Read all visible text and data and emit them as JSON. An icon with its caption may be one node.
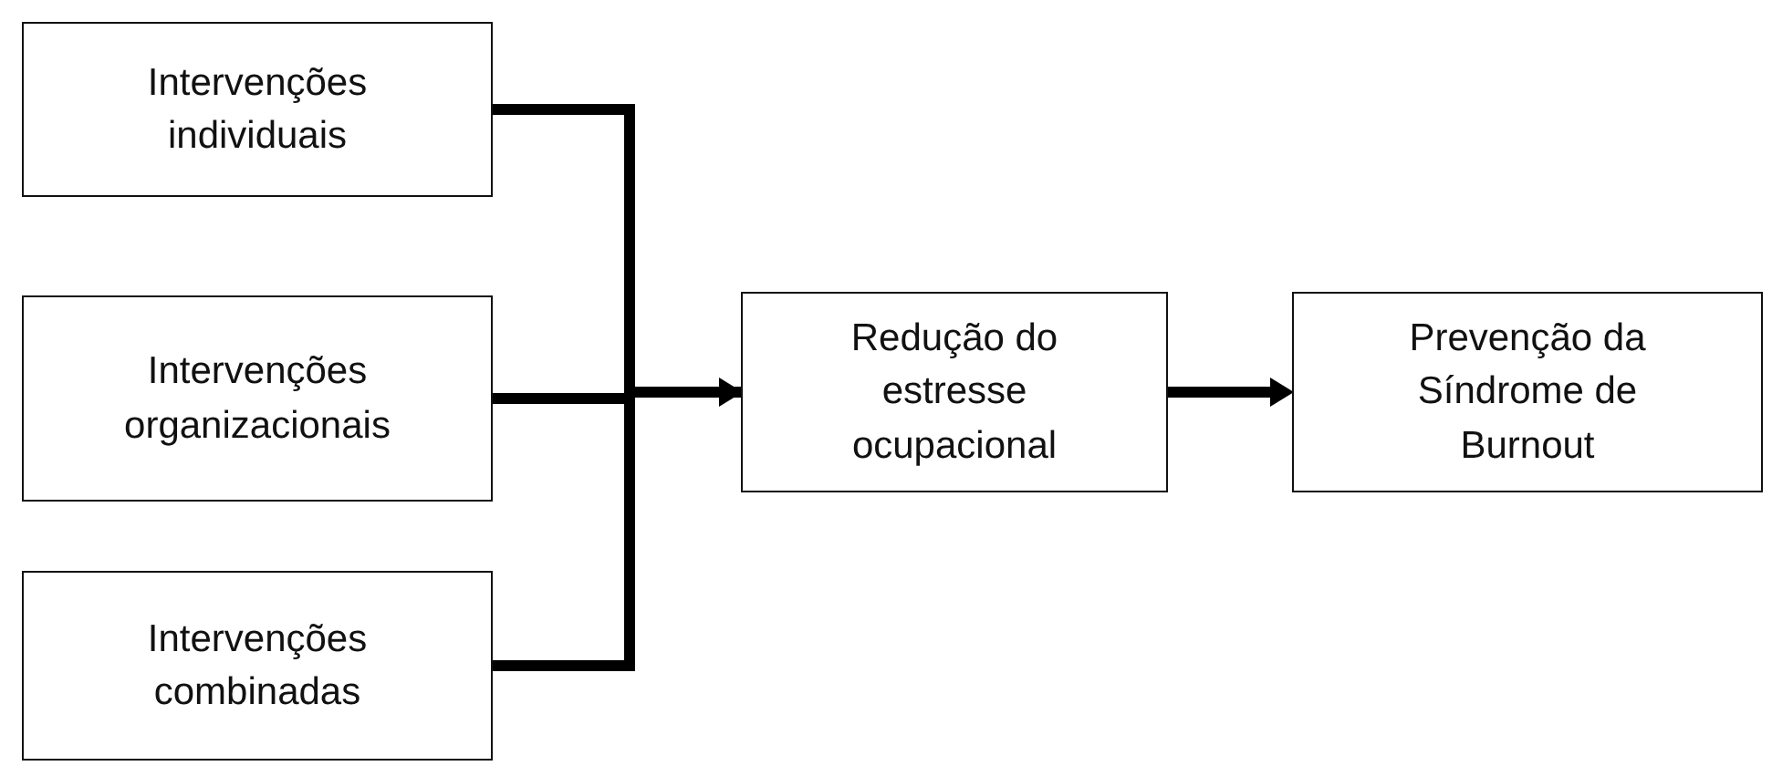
{
  "diagram": {
    "nodes": [
      {
        "text": [
          "Intervenções individuais"
        ]
      },
      {
        "text": [
          "Intervenções organizacionais"
        ]
      },
      {
        "text": [
          "Intervenções combinadas"
        ]
      },
      {
        "text": [
          "Redução do estresse ocupacional"
        ]
      },
      {
        "text": [
          "Prevenção da Síndrome de Burnout"
        ]
      }
    ],
    "edges": [
      {
        "from": 0,
        "to": 3,
        "arrow": "none"
      },
      {
        "from": 1,
        "to": 3,
        "arrow": "to"
      },
      {
        "from": 2,
        "to": 3,
        "arrow": "none"
      },
      {
        "from": 3,
        "to": 4,
        "arrow": "to"
      }
    ]
  }
}
